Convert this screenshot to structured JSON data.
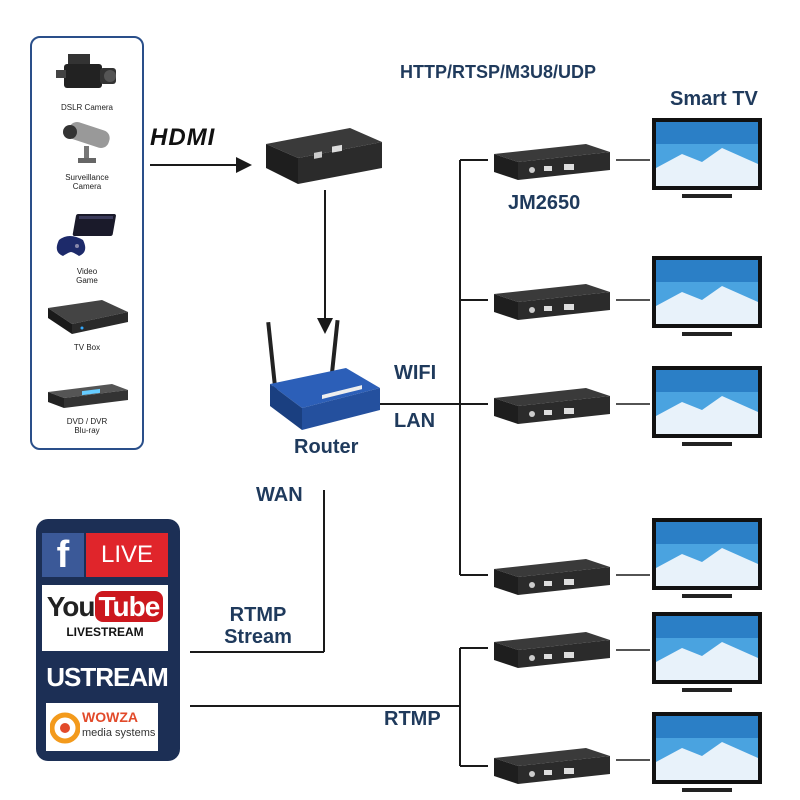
{
  "protocol_label": "HTTP/RTSP/M3U8/UDP",
  "smart_tv_label": "Smart TV",
  "hdmi_label": "HDMI",
  "decoder_label": "JM2650",
  "router_label": "Router",
  "wifi_label": "WIFI",
  "lan_label": "LAN",
  "wan_label": "WAN",
  "rtmp_stream_label_line1": "RTMP",
  "rtmp_stream_label_line2": "Stream",
  "rtmp_label": "RTMP",
  "sources": {
    "dslr": "DSLR Camera",
    "surveillance_line1": "Surveillance",
    "surveillance_line2": "Camera",
    "game_line1": "Video",
    "game_line2": "Game",
    "tvbox": "TV Box",
    "dvd_line1": "DVD / DVR",
    "dvd_line2": "Blu-ray"
  },
  "platforms": {
    "facebook_letter": "f",
    "facebook_live": "LIVE",
    "youtube_you": "You",
    "youtube_tube": "Tube",
    "youtube_livestream": "LIVESTREAM",
    "ustream": "USTREAM",
    "wowza": "WOWZA",
    "wowza_sub": "media systems"
  },
  "colors": {
    "line": "#1a1a1a",
    "label": "#1f3a5c",
    "panel_border": "#2a4f8a",
    "stream_bg": "#1c2f55",
    "facebook": "#3b5998",
    "live_red": "#e0252b",
    "youtube_red": "#cc181e",
    "ustream_blue": "#2a56a8",
    "router_blue": "#2c5fb8",
    "tv_sky": "#4aa3e0"
  }
}
